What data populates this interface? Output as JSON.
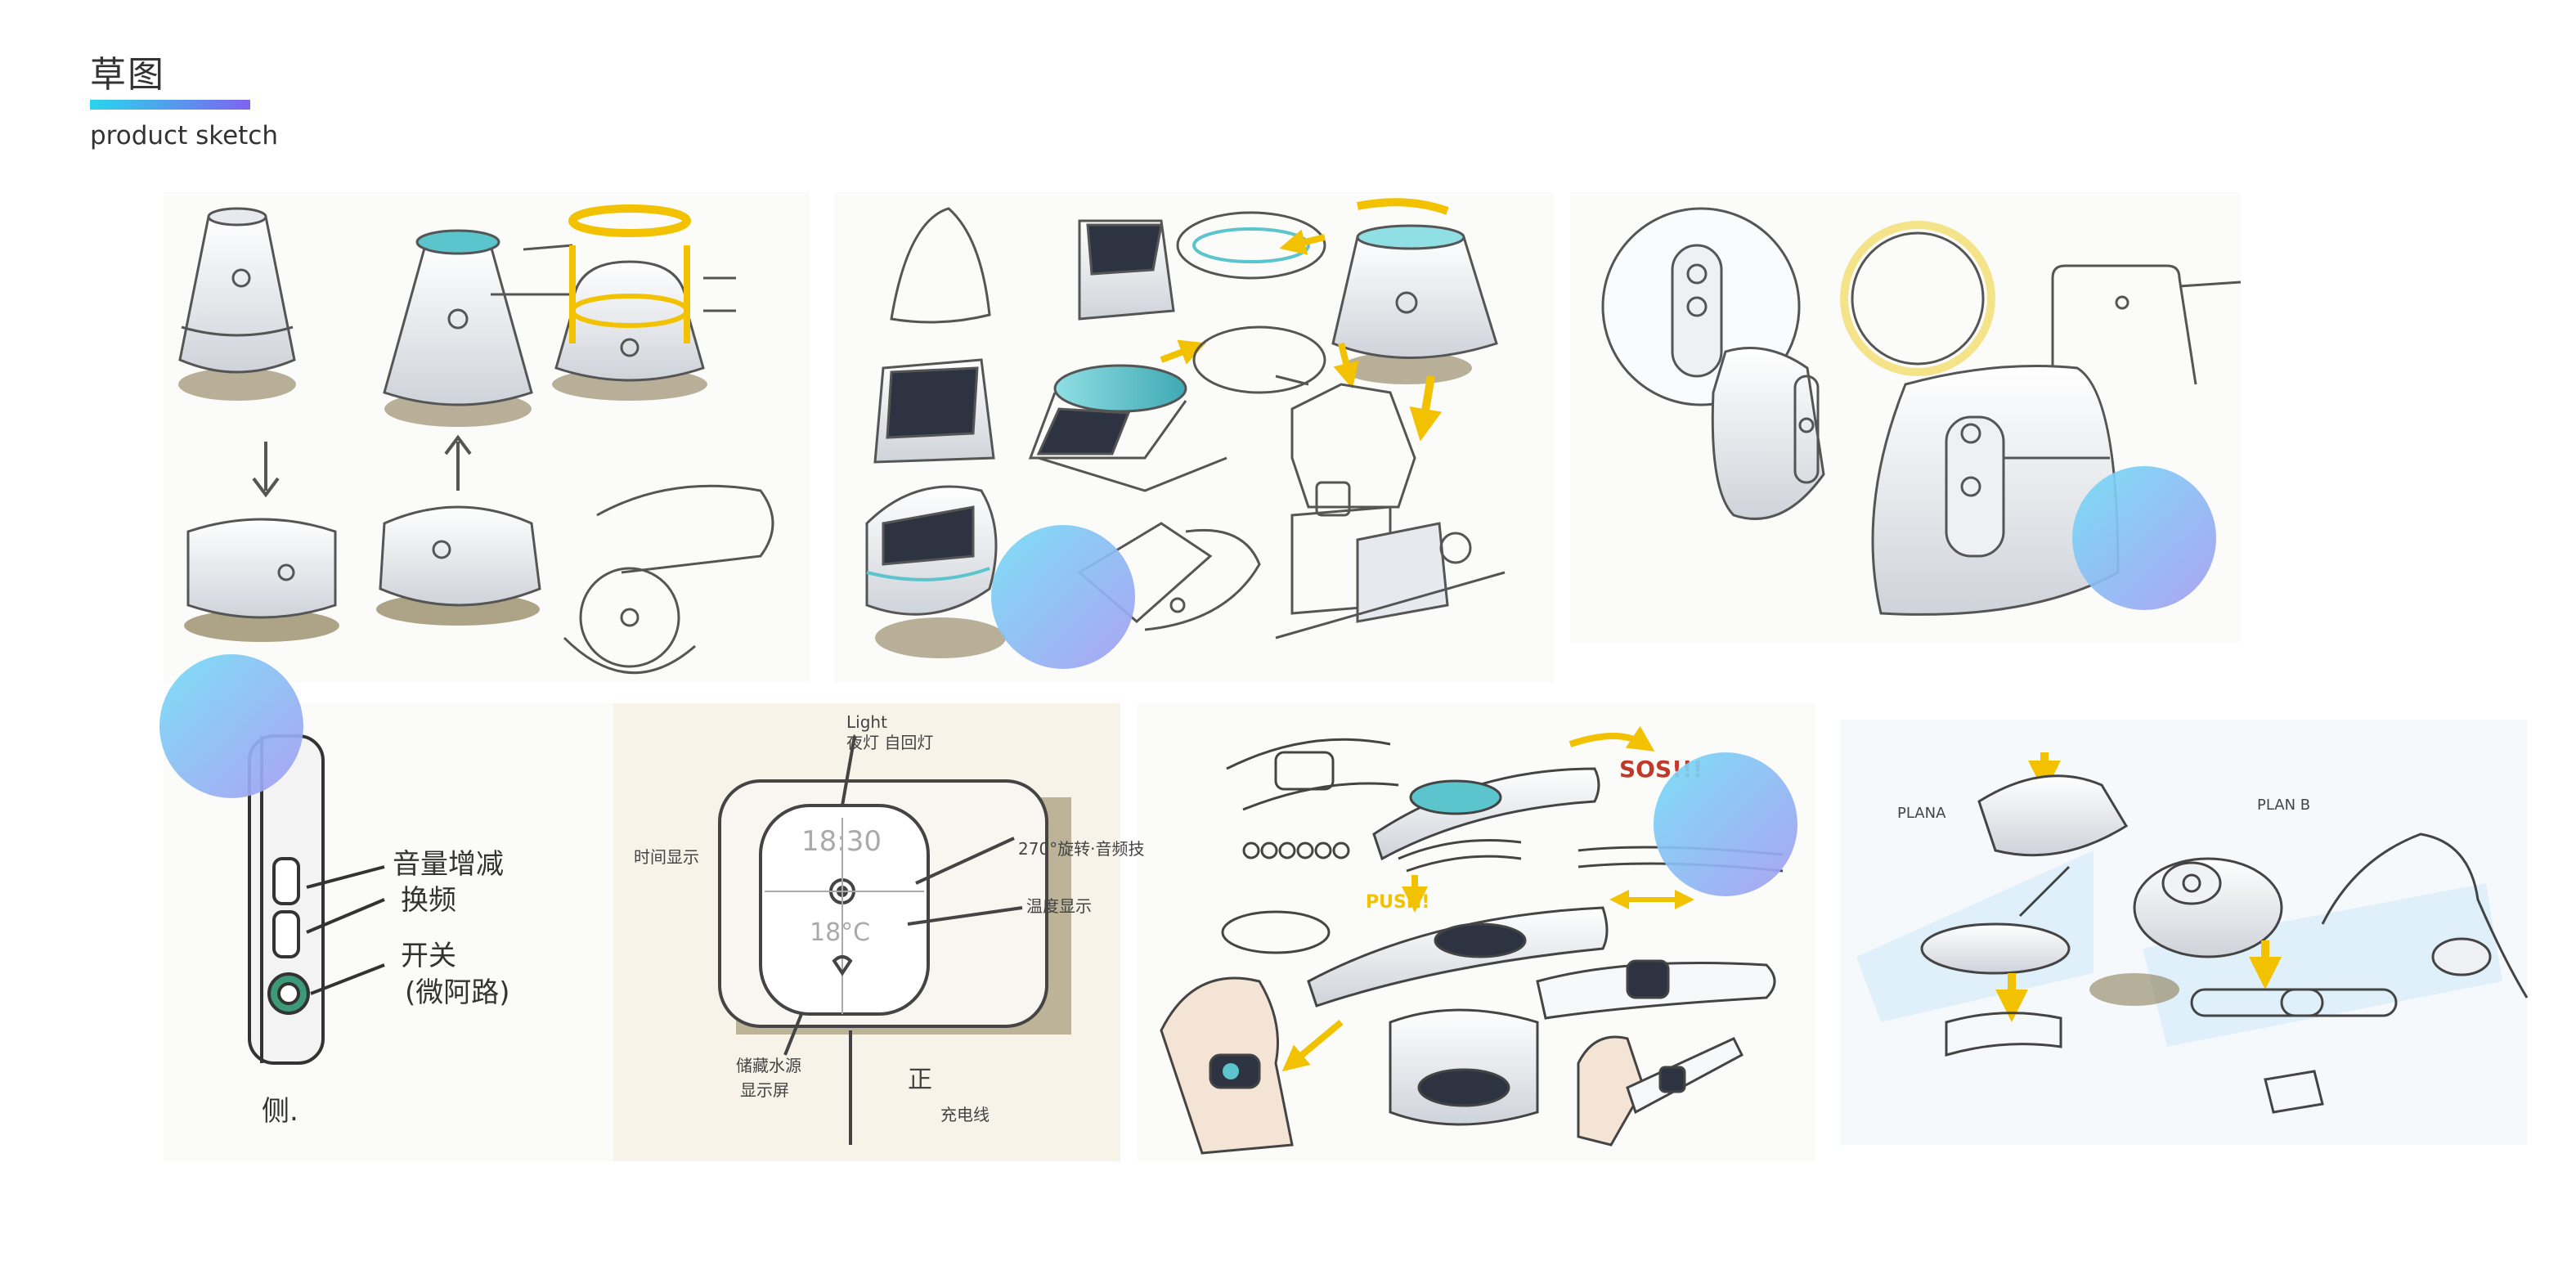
{
  "header": {
    "title_cn": "草图",
    "title_en": "product sketch",
    "accent_gradient": [
      "#27d6ee",
      "#7f63f0"
    ]
  },
  "colors": {
    "pencil": "#555555",
    "teal": "#5bc4cc",
    "arrow_yellow": "#f2c200",
    "dark_screen": "#2d3340",
    "shadow": "#8c7d56",
    "bubble_cyan": "#73dcf6",
    "bubble_violet": "#a59cf2"
  },
  "sketches": [
    {
      "name": "sketch-cone-device-variants",
      "icon": "cone-device-icon"
    },
    {
      "name": "sketch-screen-device-concepts",
      "icon": "screen-device-icon"
    },
    {
      "name": "sketch-pebble-device-views",
      "icon": "pebble-device-icon"
    },
    {
      "name": "sketch-side-view-buttons",
      "icon": "side-view-icon"
    },
    {
      "name": "sketch-square-front-view",
      "icon": "square-device-icon"
    },
    {
      "name": "sketch-wristband-concepts",
      "icon": "wristband-icon"
    },
    {
      "name": "sketch-bracelet-plan-a-b",
      "icon": "bracelet-icon"
    }
  ],
  "annotations": {
    "side_button_1": "音量增减",
    "side_button_1b": "换频",
    "side_button_2": "开关",
    "side_button_2b": "(微阿路)",
    "side_label": "侧.",
    "square_top_1": "Light",
    "square_top_2": "夜灯  自回灯",
    "square_left": "时间显示",
    "square_right_1": "270°旋转·音频技",
    "square_right_2": "温度显示",
    "square_time": "18:30",
    "square_temp": "18°C",
    "square_bottom_1": "储藏水源",
    "square_bottom_2": "显示屏",
    "square_front": "正",
    "square_bottom_right": "充电线",
    "band_sos": "SOS!!!",
    "band_push": "PUSH!",
    "plan_a": "PLANA",
    "plan_b": "PLAN B"
  }
}
